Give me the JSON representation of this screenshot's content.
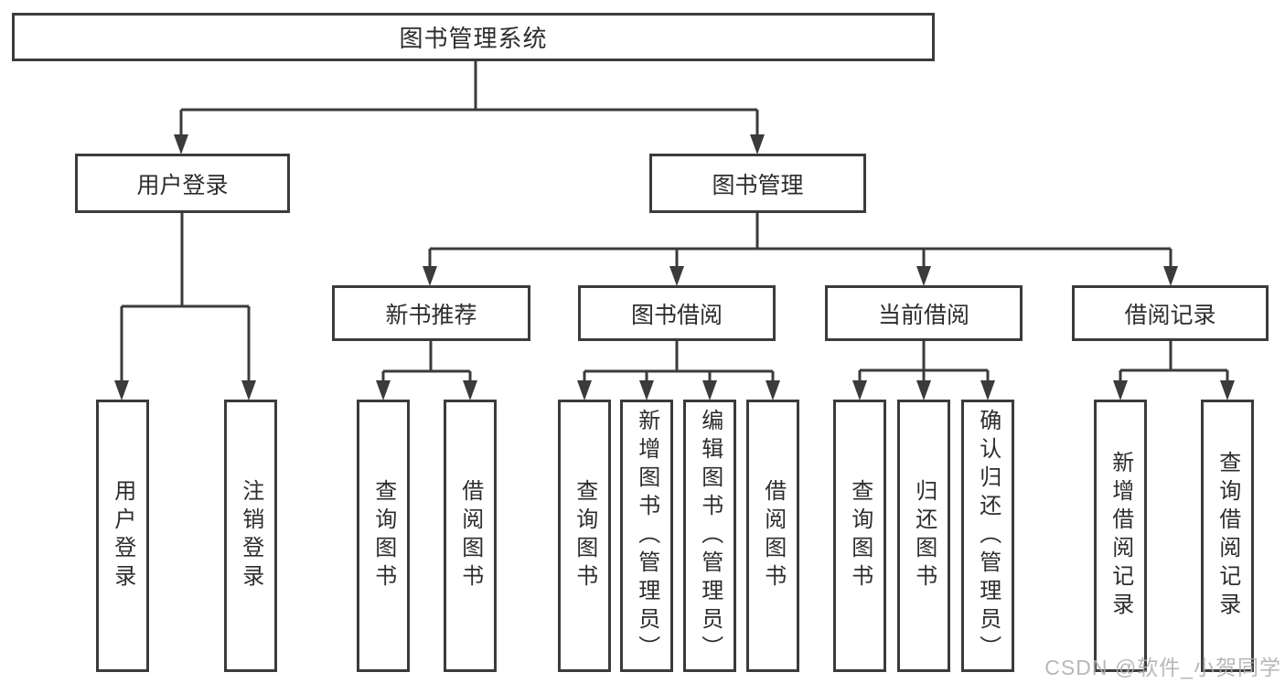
{
  "diagram_type": "hierarchy-tree",
  "tree": {
    "label": "图书管理系统",
    "children": [
      {
        "label": "用户登录",
        "children": [
          {
            "label": "用户登录"
          },
          {
            "label": "注销登录"
          }
        ]
      },
      {
        "label": "图书管理",
        "children": [
          {
            "label": "新书推荐",
            "children": [
              {
                "label": "查询图书"
              },
              {
                "label": "借阅图书"
              }
            ]
          },
          {
            "label": "图书借阅",
            "children": [
              {
                "label": "查询图书"
              },
              {
                "label": "新增图书（管理员）"
              },
              {
                "label": "编辑图书（管理员）"
              },
              {
                "label": "借阅图书"
              }
            ]
          },
          {
            "label": "当前借阅",
            "children": [
              {
                "label": "查询图书"
              },
              {
                "label": "归还图书"
              },
              {
                "label": "确认归还（管理员）"
              }
            ]
          },
          {
            "label": "借阅记录",
            "children": [
              {
                "label": "新增借阅记录"
              },
              {
                "label": "查询借阅记录"
              }
            ]
          }
        ]
      }
    ]
  },
  "watermark": {
    "text": "CSDN @软件_小贺同学"
  },
  "colors": {
    "line": "#3b3b3b",
    "box_border": "#3b3b3b",
    "text": "#2d2d2d",
    "background": "#ffffff",
    "watermark": "#acacac"
  }
}
